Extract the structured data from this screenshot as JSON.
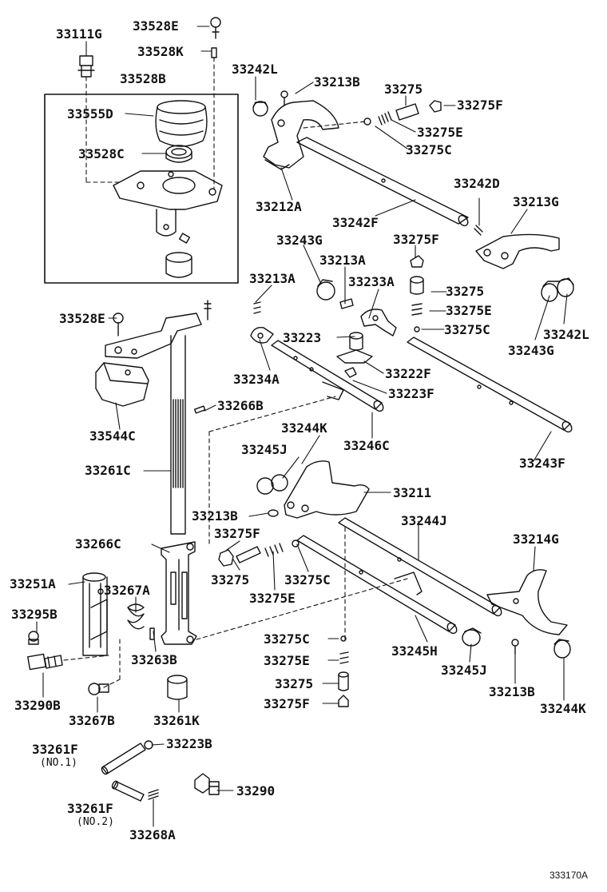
{
  "diagram_code": "333170A",
  "labels": {
    "l33111G": "33111G",
    "l33528E_top": "33528E",
    "l33528K": "33528K",
    "l33528B": "33528B",
    "l33555D": "33555D",
    "l33528C": "33528C",
    "l33242L_top": "33242L",
    "l33213B_top": "33213B",
    "l33275_top": "33275",
    "l33275F_top": "33275F",
    "l33275E_top": "33275E",
    "l33275C_top": "33275C",
    "l33212A": "33212A",
    "l33242F": "33242F",
    "l33242D": "33242D",
    "l33213G": "33213G",
    "l33243G_upper": "33243G",
    "l33213A_a": "33213A",
    "l33275F_b": "33275F",
    "l33213A_b": "33213A",
    "l33233A": "33233A",
    "l33275_b": "33275",
    "l33528E_mid": "33528E",
    "l33275E_b": "33275E",
    "l33223": "33223",
    "l33242L_right": "33242L",
    "l33275C_b": "33275C",
    "l33243G_right": "33243G",
    "l33222F": "33222F",
    "l33234A": "33234A",
    "l33223F": "33223F",
    "l33266B": "33266B",
    "l33544C": "33544C",
    "l33244K_mid": "33244K",
    "l33246C": "33246C",
    "l33245J_mid": "33245J",
    "l33243F": "33243F",
    "l33261C": "33261C",
    "l33211": "33211",
    "l33213B_mid": "33213B",
    "l33244J": "33244J",
    "l33266C": "33266C",
    "l33275F_c": "33275F",
    "l33214G": "33214G",
    "l33251A": "33251A",
    "l33267A": "33267A",
    "l33275_c": "33275",
    "l33275C_c": "33275C",
    "l33275E_c": "33275E",
    "l33295B": "33295B",
    "l33275C_d": "33275C",
    "l33245H": "33245H",
    "l33263B": "33263B",
    "l33275E_d": "33275E",
    "l33245J_low": "33245J",
    "l33275_d": "33275",
    "l33213B_low": "33213B",
    "l33290B": "33290B",
    "l33267B": "33267B",
    "l33261K": "33261K",
    "l33275F_d": "33275F",
    "l33244K_low": "33244K",
    "l33261F_1": "33261F",
    "l33223B": "33223B",
    "l33290": "33290",
    "l33261F_2": "33261F",
    "l33268A": "33268A"
  },
  "sublabels": {
    "no1": "(NO.1)",
    "no2": "(NO.2)"
  }
}
